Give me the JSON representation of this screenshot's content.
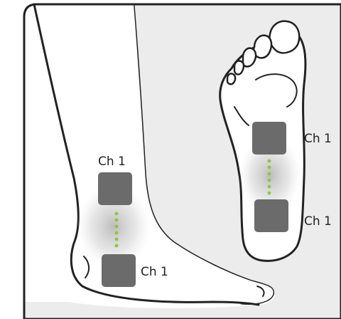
{
  "diagram": {
    "colors": {
      "panel_bg": "#ececec",
      "panel_border": "#222222",
      "skin": "#ffffff",
      "outline": "#222222",
      "pad": "#6b6b6b",
      "glow": "#bdbdbd",
      "dots": "#8cc63f"
    },
    "leg": {
      "upper_pad_label": "Ch 1",
      "lower_pad_label": "Ch 1"
    },
    "sole": {
      "upper_pad_label": "Ch 1",
      "lower_pad_label": "Ch 1"
    }
  }
}
